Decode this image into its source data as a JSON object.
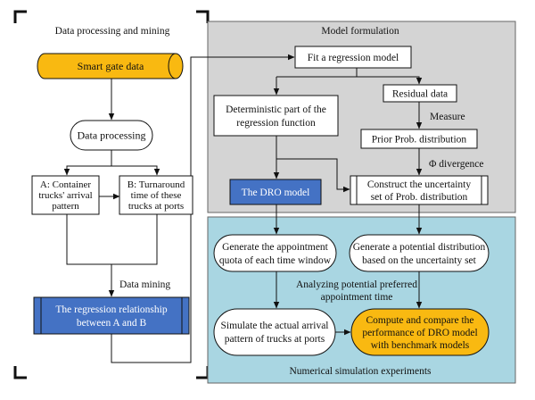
{
  "colors": {
    "model_panel_fill": "#d4d4d4",
    "simulation_panel_fill": "#a9d6e2",
    "smart_gate_fill": "#f9b911",
    "blue_box_fill": "#4472c4",
    "orange_box_fill": "#f9b911",
    "box_stroke": "#111111",
    "white_text": "#ffffff"
  },
  "left_section": {
    "title": "Data processing and mining",
    "smart_gate": "Smart gate data",
    "data_processing": "Data processing",
    "box_a": [
      "A: Container",
      "trucks' arrival",
      "pattern"
    ],
    "box_b": [
      "B: Turnaround",
      "time of these",
      "trucks at ports"
    ],
    "data_mining_label": "Data mining",
    "regression_relationship": [
      "The regression relationship",
      "between A and B"
    ]
  },
  "model_section": {
    "title": "Model formulation",
    "fit_model": "Fit a regression model",
    "residual_data": "Residual data",
    "deterministic": [
      "Deterministic part of the",
      "regression function"
    ],
    "measure_label": "Measure",
    "prior_prob": "Prior Prob. distribution",
    "phi_label": "Φ divergence",
    "dro_model": "The DRO model",
    "uncertainty_set": [
      "Construct the uncertainty",
      "set of Prob. distribution"
    ]
  },
  "simulation_section": {
    "title": "Numerical simulation experiments",
    "appointment_quota": [
      "Generate the appointment",
      "quota of each time window"
    ],
    "potential_distribution": [
      "Generate a potential distribution",
      "based on the uncertainty set"
    ],
    "analyzing_label": [
      "Analyzing potential preferred",
      "appointment time"
    ],
    "simulate_arrival": [
      "Simulate the actual arrival",
      "pattern of trucks at ports"
    ],
    "compare_performance": [
      "Compute and compare the",
      "performance of DRO model",
      "with benchmark models"
    ]
  }
}
